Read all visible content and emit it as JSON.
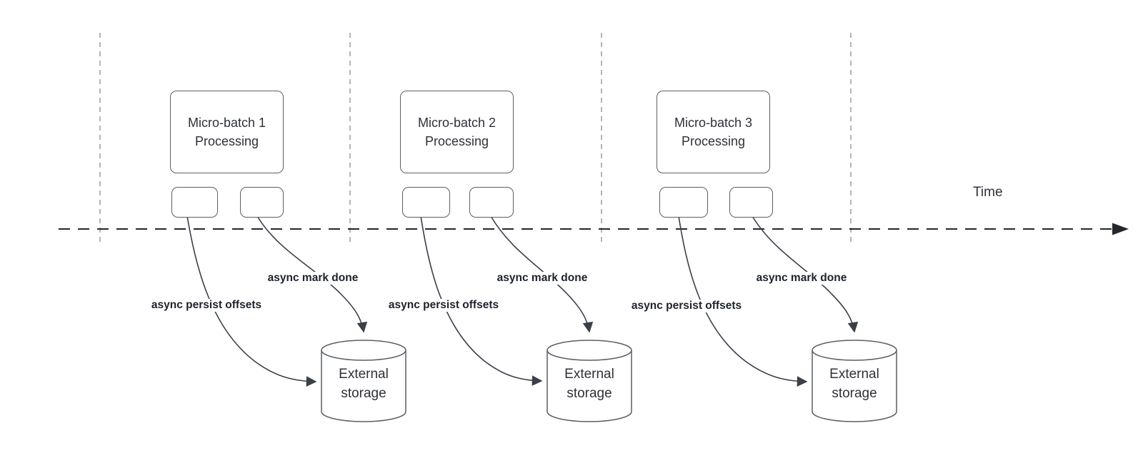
{
  "diagram": {
    "time_label": "Time",
    "groups": [
      {
        "box": {
          "line1": "Micro-batch 1",
          "line2": "Processing"
        },
        "persist_label": "async persist offsets",
        "done_label": "async mark done",
        "storage": {
          "line1": "External",
          "line2": "storage"
        }
      },
      {
        "box": {
          "line1": "Micro-batch 2",
          "line2": "Processing"
        },
        "persist_label": "async persist offsets",
        "done_label": "async mark done",
        "storage": {
          "line1": "External",
          "line2": "storage"
        }
      },
      {
        "box": {
          "line1": "Micro-batch 3",
          "line2": "Processing"
        },
        "persist_label": "async persist offsets",
        "done_label": "async mark done",
        "storage": {
          "line1": "External",
          "line2": "storage"
        }
      }
    ],
    "colors": {
      "connector": "#3b3f48",
      "timeline": "#23262d",
      "guide_dash": "#b5b5b5",
      "box_border": "#5a5f66",
      "box_text": "#2e3138",
      "label_text": "#1e222c"
    }
  }
}
